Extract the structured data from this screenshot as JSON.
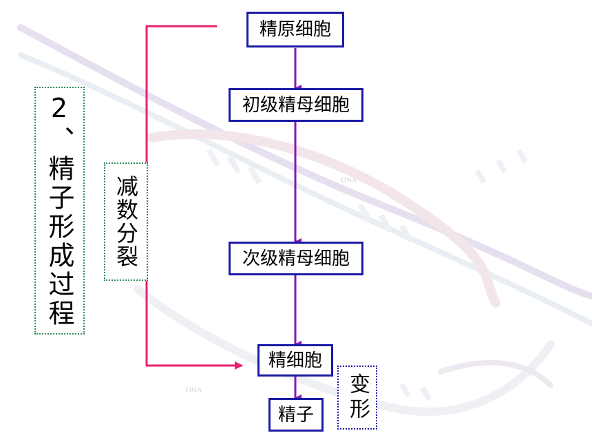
{
  "title": "2、精子形成过程",
  "stages": {
    "spermatogonium": "精原细胞",
    "primary_spermatocyte": "初级精母细胞",
    "secondary_spermatocyte": "次级精母细胞",
    "spermatid": "精细胞",
    "sperm": "精子"
  },
  "process_labels": {
    "meiosis": "减数分裂",
    "transformation": "变形"
  },
  "background_watermark": [
    "DNA",
    "DNA"
  ],
  "colors": {
    "box_border": "#1a1aa6",
    "flow_arrow": "#8a16b8",
    "bracket": "#e8206e",
    "dotted_border_green": "#2e8b57"
  }
}
